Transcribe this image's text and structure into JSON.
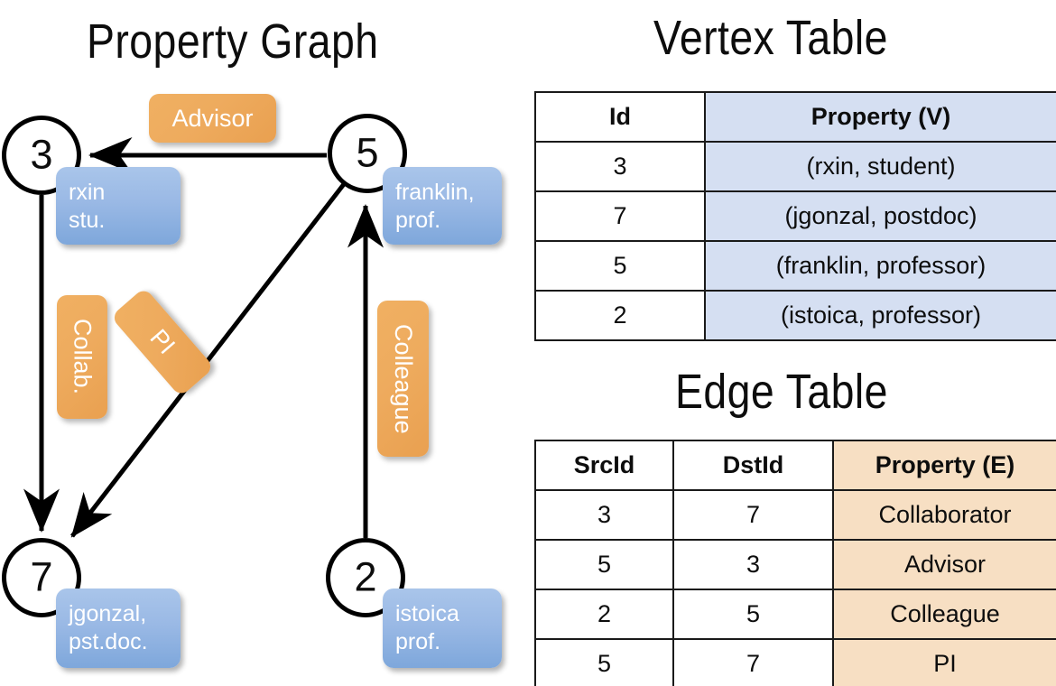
{
  "titles": {
    "property_graph": "Property Graph",
    "vertex_table": "Vertex Table",
    "edge_table": "Edge Table"
  },
  "colors": {
    "vertex_property_fill": "#d5dff2",
    "edge_property_fill": "#f7dfc3",
    "node_property_box": "#9ab9e5",
    "edge_label_box": "#eeab5e",
    "stroke": "#000000"
  },
  "graph": {
    "nodes": [
      {
        "id": "3",
        "property_label": "rxin\nstu.",
        "property_line1": "rxin",
        "property_line2": "stu."
      },
      {
        "id": "5",
        "property_label": "franklin,\nprof.",
        "property_line1": "franklin,",
        "property_line2": "prof."
      },
      {
        "id": "7",
        "property_label": "jgonzal,\npst.doc.",
        "property_line1": "jgonzal,",
        "property_line2": "pst.doc."
      },
      {
        "id": "2",
        "property_label": "istoica\nprof.",
        "property_line1": "istoica",
        "property_line2": "prof."
      }
    ],
    "edge_labels": {
      "advisor": "Advisor",
      "collab": "Collab.",
      "pi": "PI",
      "colleague": "Colleague"
    },
    "edges": [
      {
        "src": "5",
        "dst": "3",
        "label": "Advisor"
      },
      {
        "src": "3",
        "dst": "7",
        "label": "Collab."
      },
      {
        "src": "5",
        "dst": "7",
        "label": "PI"
      },
      {
        "src": "2",
        "dst": "5",
        "label": "Colleague"
      }
    ]
  },
  "vertex_table": {
    "headers": [
      "Id",
      "Property (V)"
    ],
    "rows": [
      {
        "id": "3",
        "property": "(rxin, student)"
      },
      {
        "id": "7",
        "property": "(jgonzal, postdoc)"
      },
      {
        "id": "5",
        "property": "(franklin, professor)"
      },
      {
        "id": "2",
        "property": "(istoica, professor)"
      }
    ]
  },
  "edge_table": {
    "headers": [
      "SrcId",
      "DstId",
      "Property (E)"
    ],
    "rows": [
      {
        "src": "3",
        "dst": "7",
        "property": "Collaborator"
      },
      {
        "src": "5",
        "dst": "3",
        "property": "Advisor"
      },
      {
        "src": "2",
        "dst": "5",
        "property": "Colleague"
      },
      {
        "src": "5",
        "dst": "7",
        "property": "PI"
      }
    ]
  }
}
